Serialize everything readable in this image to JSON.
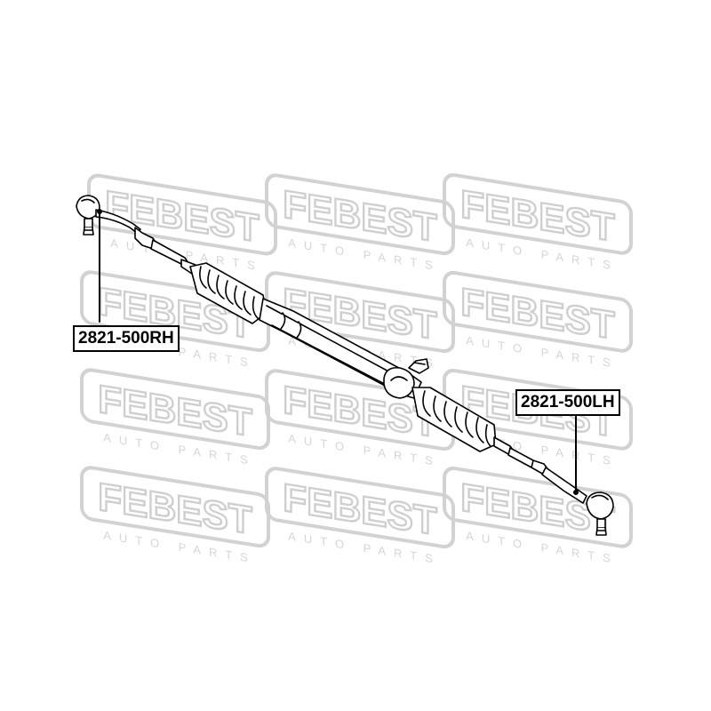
{
  "watermark": {
    "brand": "FEBEST",
    "tagline": "AUTO PARTS"
  },
  "callouts": {
    "right": "2821-500RH",
    "left": "2821-500LH"
  },
  "colors": {
    "line": "#000000",
    "watermark": "#d6d6d6",
    "background": "#ffffff"
  }
}
